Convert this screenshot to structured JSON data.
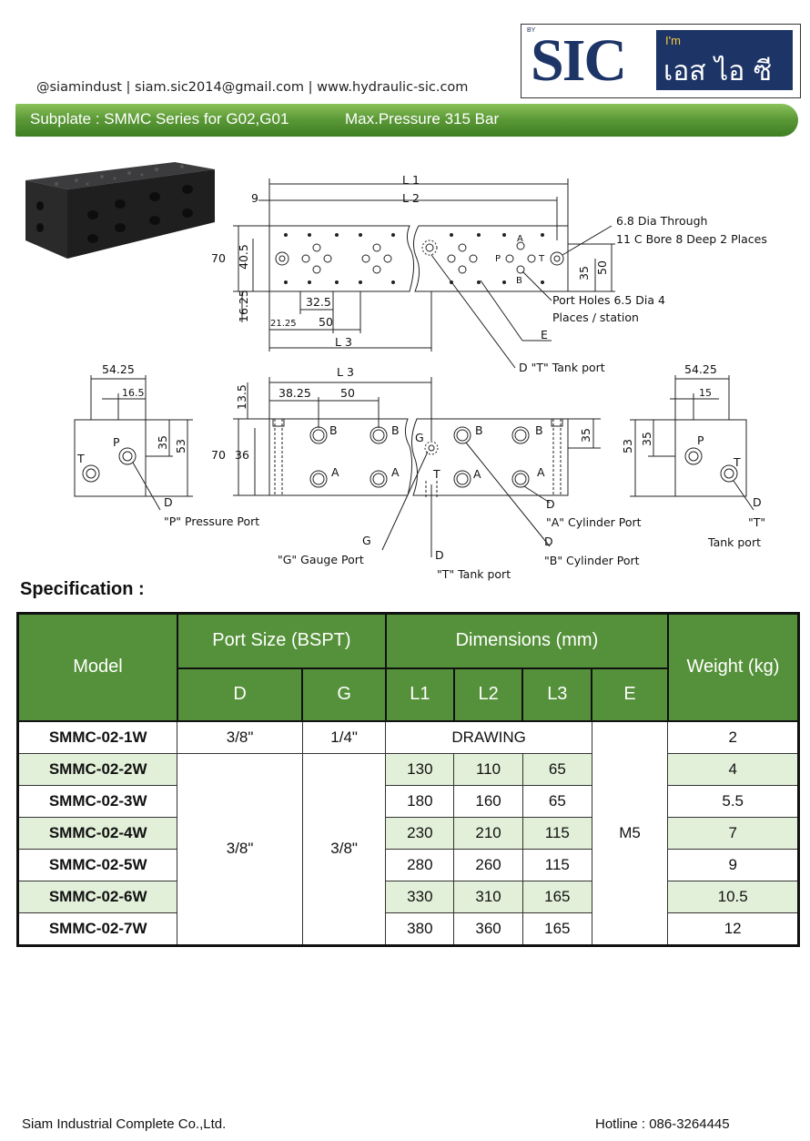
{
  "header": {
    "contact": "@siamindust | siam.sic2014@gmail.com | www.hydraulic-sic.com",
    "logo": {
      "by": "BY",
      "brand": "SIC",
      "im": "I'm",
      "thai": "เอส ไอ ซี"
    },
    "banner_title": "Subplate : SMMC Series for G02,G01",
    "banner_pressure": "Max.Pressure 315 Bar"
  },
  "drawing": {
    "labels": {
      "L1": "L 1",
      "L2": "L 2",
      "L3": "L 3",
      "d9": "9",
      "d70": "70",
      "d40_5": "40.5",
      "d16_25": "16.25",
      "d32_5": "32.5",
      "d21_25": "21.25",
      "d50": "50",
      "d35": "35",
      "d50b": "50",
      "through": "6.8 Dia Through",
      "bore": "11 C Bore 8 Deep 2 Places",
      "port_holes": "Port Holes 6.5 Dia 4",
      "places": "Places / station",
      "E": "E",
      "tank_top": "D \"T\"  Tank port",
      "A": "A",
      "B": "B",
      "P": "P",
      "T": "T",
      "G": "G",
      "D": "D",
      "d54_25": "54.25",
      "d16_5": "16.5",
      "d15": "15",
      "d53": "53",
      "d13_5": "13.5",
      "d38_25": "38.25",
      "d36": "36",
      "p_port": "\"P\" Pressure Port",
      "a_port": "\"A\" Cylinder Port",
      "t_port_right": "\"T\"",
      "tank_port": "Tank port",
      "g_port": "\"G\" Gauge Port",
      "t_port_bottom": "\"T\" Tank port",
      "b_port": "\"B\" Cylinder Port"
    }
  },
  "spec": {
    "title": "Specification :",
    "headers": {
      "model": "Model",
      "port_size": "Port Size (BSPT)",
      "dimensions": "Dimensions (mm)",
      "weight": "Weight (kg)",
      "D": "D",
      "G": "G",
      "L1": "L1",
      "L2": "L2",
      "L3": "L3",
      "E": "E"
    },
    "rows": [
      {
        "model": "SMMC-02-1W",
        "D": "3/8\"",
        "G": "1/4\"",
        "L1": "DRAWING",
        "weight": "2"
      },
      {
        "model": "SMMC-02-2W",
        "L1": "130",
        "L2": "110",
        "L3": "65",
        "weight": "4"
      },
      {
        "model": "SMMC-02-3W",
        "L1": "180",
        "L2": "160",
        "L3": "65",
        "weight": "5.5"
      },
      {
        "model": "SMMC-02-4W",
        "L1": "230",
        "L2": "210",
        "L3": "115",
        "weight": "7"
      },
      {
        "model": "SMMC-02-5W",
        "L1": "280",
        "L2": "260",
        "L3": "115",
        "weight": "9"
      },
      {
        "model": "SMMC-02-6W",
        "L1": "330",
        "L2": "310",
        "L3": "165",
        "weight": "10.5"
      },
      {
        "model": "SMMC-02-7W",
        "L1": "380",
        "L2": "360",
        "L3": "165",
        "weight": "12"
      }
    ],
    "merged": {
      "D": "3/8\"",
      "G": "3/8\"",
      "E": "M5"
    }
  },
  "footer": {
    "company": "Siam Industrial Complete Co.,Ltd.",
    "hotline": "Hotline : 086-3264445"
  },
  "colors": {
    "green": "#55913a",
    "light_green": "#e3f0d9",
    "navy": "#1c3466",
    "yellow": "#f5c640"
  }
}
